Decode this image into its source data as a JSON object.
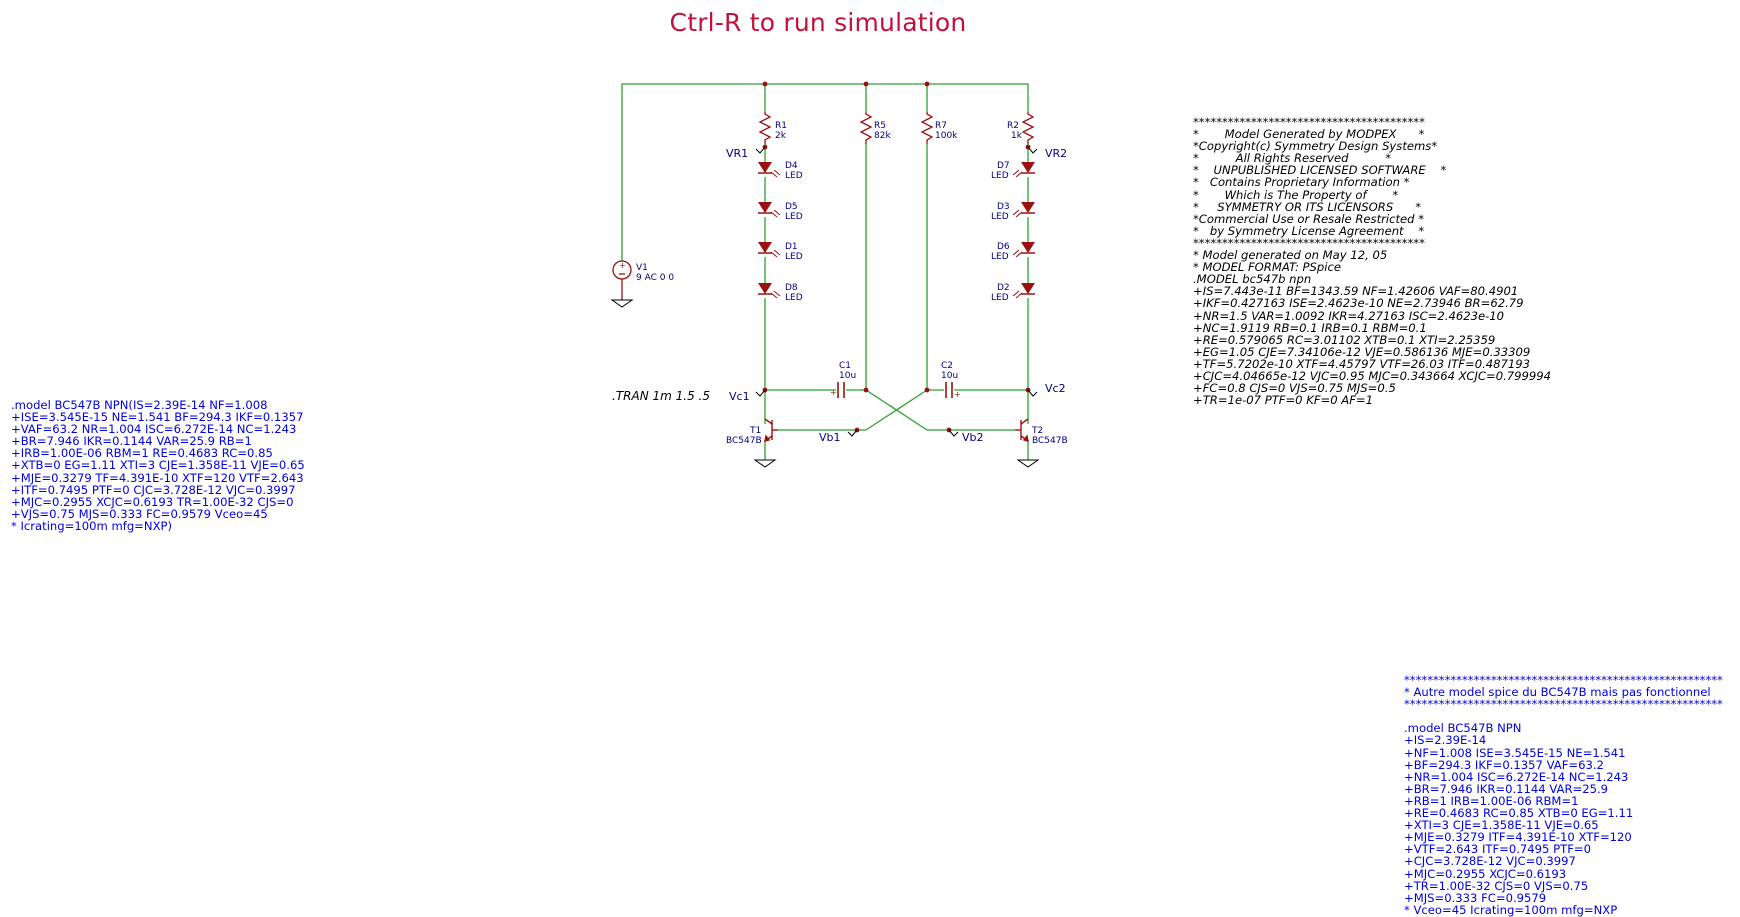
{
  "title": "Ctrl-R to run simulation",
  "directive": ".TRAN 1m 1.5 .5",
  "components": {
    "R1": {
      "name": "R1",
      "value": "2k"
    },
    "R2": {
      "name": "R2",
      "value": "1k"
    },
    "R5": {
      "name": "R5",
      "value": "82k"
    },
    "R7": {
      "name": "R7",
      "value": "100k"
    },
    "C1": {
      "name": "C1",
      "value": "10u"
    },
    "C2": {
      "name": "C2",
      "value": "10u"
    },
    "V1": {
      "name": "V1",
      "value": "9 AC 0 0"
    },
    "T1": {
      "name": "T1",
      "value": "BC547B"
    },
    "T2": {
      "name": "T2",
      "value": "BC547B"
    },
    "D4": {
      "name": "D4",
      "value": "LED"
    },
    "D5": {
      "name": "D5",
      "value": "LED"
    },
    "D1": {
      "name": "D1",
      "value": "LED"
    },
    "D8": {
      "name": "D8",
      "value": "LED"
    },
    "D7": {
      "name": "D7",
      "value": "LED"
    },
    "D3": {
      "name": "D3",
      "value": "LED"
    },
    "D6": {
      "name": "D6",
      "value": "LED"
    },
    "D2": {
      "name": "D2",
      "value": "LED"
    }
  },
  "net_labels": {
    "vr1": "VR1",
    "vr2": "VR2",
    "vc1": "Vc1",
    "vc2": "Vc2",
    "vb1": "Vb1",
    "vb2": "Vb2"
  },
  "model_left": ".model BC547B NPN(IS=2.39E-14 NF=1.008\n+ISE=3.545E-15 NE=1.541 BF=294.3 IKF=0.1357\n+VAF=63.2 NR=1.004 ISC=6.272E-14 NC=1.243\n+BR=7.946 IKR=0.1144 VAR=25.9 RB=1\n+IRB=1.00E-06 RBM=1 RE=0.4683 RC=0.85\n+XTB=0 EG=1.11 XTI=3 CJE=1.358E-11 VJE=0.65\n+MJE=0.3279 TF=4.391E-10 XTF=120 VTF=2.643\n+ITF=0.7495 PTF=0 CJC=3.728E-12 VJC=0.3997\n+MJC=0.2955 XCJC=0.6193 TR=1.00E-32 CJS=0\n+VJS=0.75 MJS=0.333 FC=0.9579 Vceo=45\n* Icrating=100m mfg=NXP)",
  "model_pspice": "****************************************\n*       Model Generated by MODPEX      *\n*Copyright(c) Symmetry Design Systems*\n*          All Rights Reserved          *\n*    UNPUBLISHED LICENSED SOFTWARE    *\n*   Contains Proprietary Information *\n*       Which is The Property of       *\n*     SYMMETRY OR ITS LICENSORS      *\n*Commercial Use or Resale Restricted *\n*   by Symmetry License Agreement    *\n****************************************\n* Model generated on May 12, 05\n* MODEL FORMAT: PSpice\n.MODEL bc547b npn\n+IS=7.443e-11 BF=1343.59 NF=1.42606 VAF=80.4901\n+IKF=0.427163 ISE=2.4623e-10 NE=2.73946 BR=62.79\n+NR=1.5 VAR=1.0092 IKR=4.27163 ISC=2.4623e-10\n+NC=1.9119 RB=0.1 IRB=0.1 RBM=0.1\n+RE=0.579065 RC=3.01102 XTB=0.1 XTI=2.25359\n+EG=1.05 CJE=7.34106e-12 VJE=0.586136 MJE=0.33309\n+TF=5.7202e-10 XTF=4.45797 VTF=26.03 ITF=0.487193\n+CJC=4.04665e-12 VJC=0.95 MJC=0.343664 XCJC=0.799994\n+FC=0.8 CJS=0 VJS=0.75 MJS=0.5\n+TR=1e-07 PTF=0 KF=0 AF=1",
  "model_alt": "*******************************************************\n* Autre model spice du BC547B mais pas fonctionnel\n*******************************************************\n\n.model BC547B NPN\n+IS=2.39E-14\n+NF=1.008 ISE=3.545E-15 NE=1.541\n+BF=294.3 IKF=0.1357 VAF=63.2\n+NR=1.004 ISC=6.272E-14 NC=1.243\n+BR=7.946 IKR=0.1144 VAR=25.9\n+RB=1 IRB=1.00E-06 RBM=1\n+RE=0.4683 RC=0.85 XTB=0 EG=1.11\n+XTI=3 CJE=1.358E-11 VJE=0.65\n+MJE=0.3279 ITF=4.391E-10 XTF=120\n+VTF=2.643 ITF=0.7495 PTF=0\n+CJC=3.728E-12 VJC=0.3997\n+MJC=0.2955 XCJC=0.6193\n+TR=1.00E-32 CJS=0 VJS=0.75\n+MJS=0.333 FC=0.9579\n* Vceo=45 Icrating=100m mfg=NXP",
  "colors": {
    "wire": "#2fa12f",
    "component": "#9b1010",
    "label": "#000080",
    "title": "#c4103c",
    "spice_text": "#0000e0"
  }
}
